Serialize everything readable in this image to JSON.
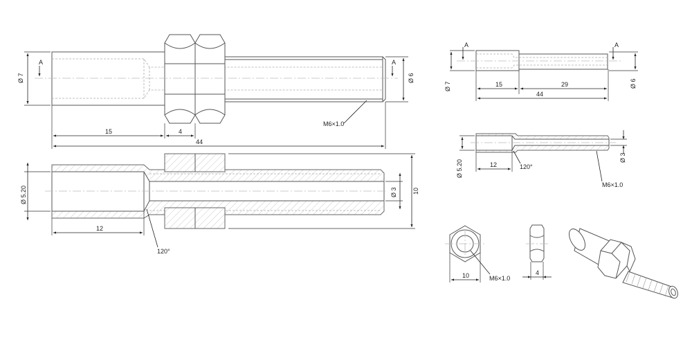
{
  "drawing": {
    "front_view": {
      "section_marker": "A",
      "dia_outer": "Ø 7",
      "dia_thread": "Ø 6",
      "len_body": "15",
      "len_nut": "4",
      "len_total": "44",
      "thread_note": "M6×1.0"
    },
    "section_view": {
      "dia_bore": "Ø 5.20",
      "dia_inner": "Ø 3",
      "nut_width": "10",
      "bore_depth": "12",
      "cone_angle": "120°"
    },
    "small_front_view": {
      "section_marker": "A",
      "dia_outer": "Ø 7",
      "dia_thread": "Ø 6",
      "len_body": "15",
      "len_thread": "29",
      "len_total": "44"
    },
    "small_section_view": {
      "dia_bore": "Ø 5.20",
      "dia_inner": "Ø 3",
      "bore_depth": "12",
      "cone_angle": "120°",
      "thread_note": "M6×1.0"
    },
    "nut_front": {
      "width": "10",
      "thread_note": "M6×1.0"
    },
    "nut_side": {
      "thickness": "4"
    }
  }
}
